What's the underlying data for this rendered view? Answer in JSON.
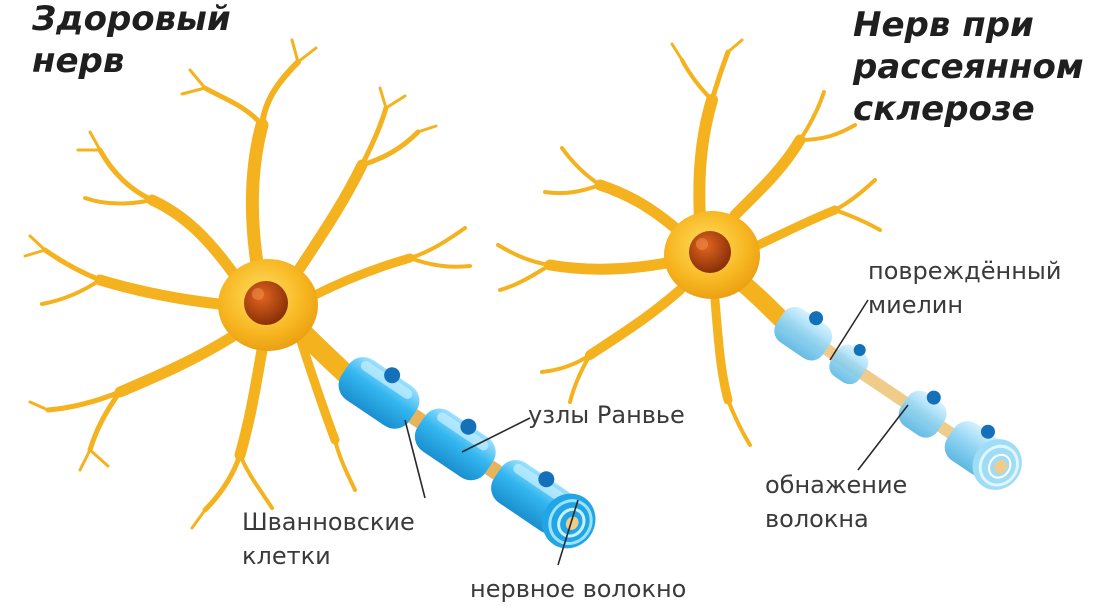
{
  "titles": {
    "healthy": [
      "Здоровый",
      "нерв"
    ],
    "ms": [
      "Нерв при",
      "рассеянном",
      "склерозе"
    ]
  },
  "labels": {
    "ranvier_nodes": "узлы Ранвье",
    "schwann_cells": [
      "Шванновские",
      "клетки"
    ],
    "nerve_fiber": "нервное волокно",
    "damaged_myelin": [
      "повреждённый",
      "миелин"
    ],
    "exposed_fiber": [
      "обнажение",
      "волокна"
    ]
  },
  "colors": {
    "neuron": "#f4b21f",
    "neuron_light": "#ffd34d",
    "nucleus": "#a13e0a",
    "myelin": "#2ab0ec",
    "myelin_light": "#8fdcff",
    "axon": "#f0cc8a",
    "label": "#3a3a3a"
  }
}
